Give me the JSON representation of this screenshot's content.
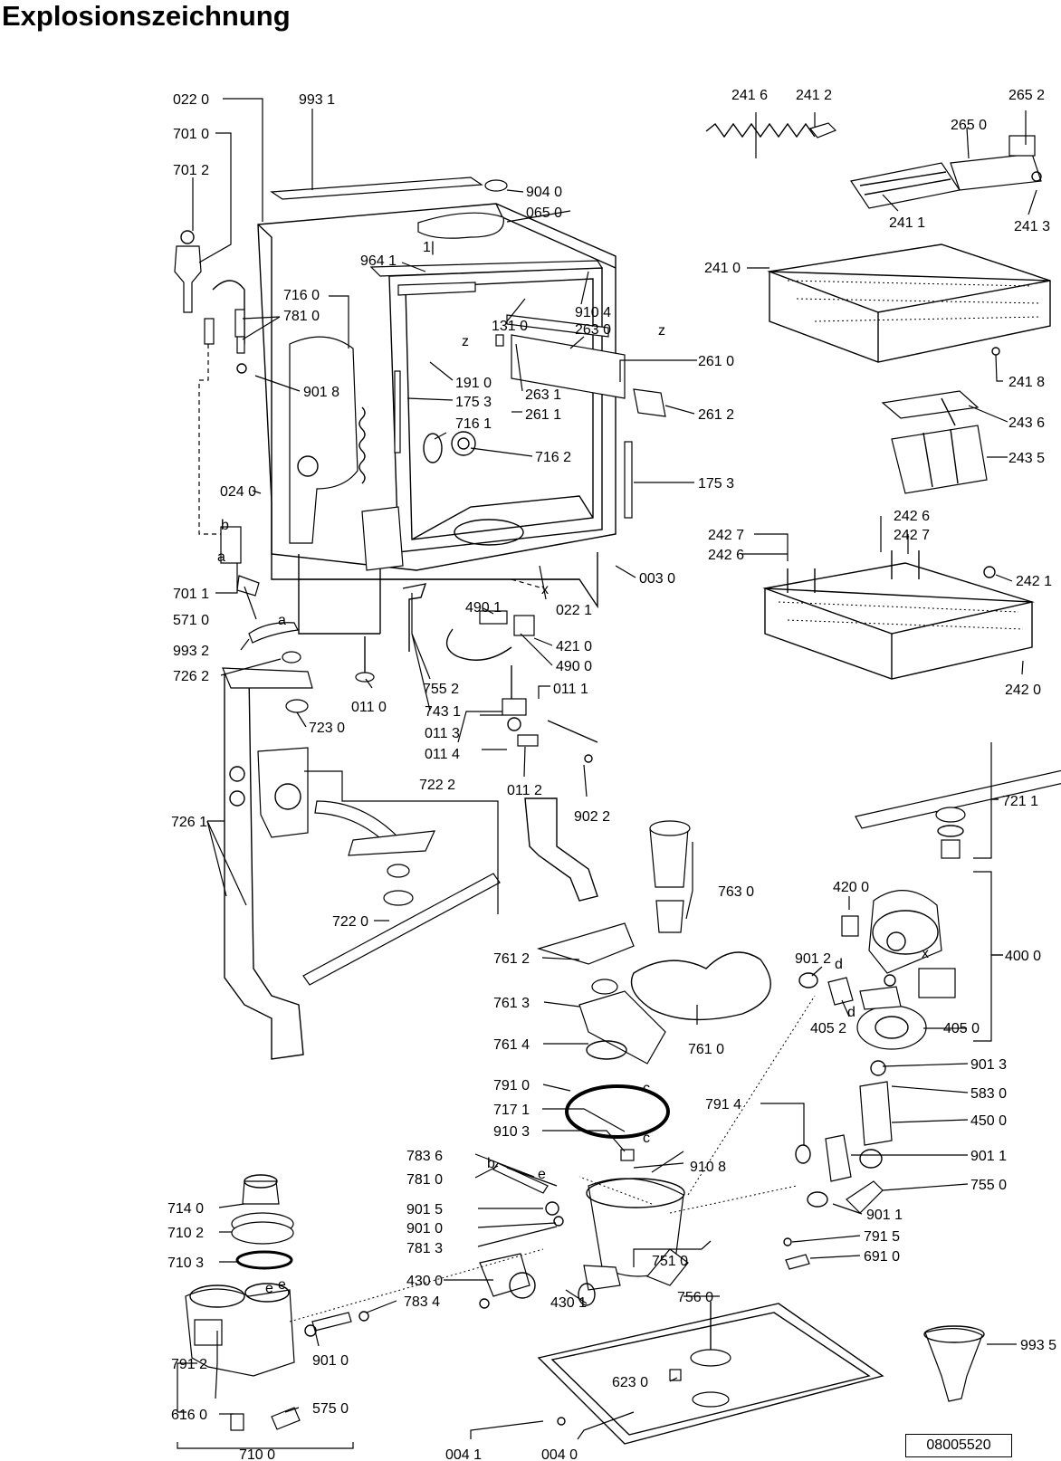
{
  "title": "Explosionszeichnung",
  "document_number": "08005520",
  "letters": [
    "x",
    "z",
    "z",
    "a",
    "b",
    "a",
    "c",
    "c",
    "d",
    "d",
    "e",
    "e",
    "b",
    "x",
    "e"
  ],
  "labels": {
    "l0220": "022 0",
    "l9931": "993 1",
    "l7010": "701 0",
    "l7012": "701 2",
    "l9040": "904 0",
    "l0650": "065 0",
    "l9641": "964 1",
    "l7160": "716 0",
    "l7810a": "781 0",
    "l9104": "910 4",
    "l1310": "131 0",
    "l2630": "263 0",
    "l2610": "261 0",
    "l9018": "901 8",
    "l1910": "191 0",
    "l1753a": "175 3",
    "l2631": "263 1",
    "l2611": "261 1",
    "l2612": "261 2",
    "l7161": "716 1",
    "l7162": "716 2",
    "l1753b": "175 3",
    "l0240": "024 0",
    "l0030": "003 0",
    "l7011": "701 1",
    "l4901": "490 1",
    "l0221": "022 1",
    "l5710": "571 0",
    "l4210": "421 0",
    "l4900": "490 0",
    "l9932": "993 2",
    "l7262": "726 2",
    "l7552": "755 2",
    "l0110": "011 0",
    "l0111": "011 1",
    "l7431": "743 1",
    "l7230": "723 0",
    "l0113": "011 3",
    "l0114": "011 4",
    "l0112": "011 2",
    "l7222": "722 2",
    "l9022": "902 2",
    "l7261": "726 1",
    "l7630": "763 0",
    "l7220": "722 0",
    "l7612": "761 2",
    "l7613": "761 3",
    "l7614": "761 4",
    "l7610": "761 0",
    "l7910": "791 0",
    "l7171": "717 1",
    "l9103": "910 3",
    "l7836": "783 6",
    "l9108": "910 8",
    "l7810b": "781 0",
    "l9015": "901 5",
    "l9010a": "901 0",
    "l7813": "781 3",
    "l7140": "714 0",
    "l7102": "710 2",
    "l7103": "710 3",
    "l4300": "430 0",
    "l4301": "430 1",
    "l7834": "783 4",
    "l7510": "751 0",
    "l7560": "756 0",
    "l9010b": "901 0",
    "l7912": "791 2",
    "l6230": "623 0",
    "l5750": "575 0",
    "l6160": "616 0",
    "l7100": "710 0",
    "l0041": "004 1",
    "l0040": "004 0",
    "l2416": "241 6",
    "l2412": "241 2",
    "l2652": "265 2",
    "l2650": "265 0",
    "l2411": "241 1",
    "l2413": "241 3",
    "l2410": "241 0",
    "l2418": "241 8",
    "l2436": "243 6",
    "l2435": "243 5",
    "l2426a": "242 6",
    "l2427a": "242 7",
    "l2427b": "242 7",
    "l2426b": "242 6",
    "l2421": "242 1",
    "l2420": "242 0",
    "l7211": "721 1",
    "l4200": "420 0",
    "l9012": "901 2",
    "l4000": "400 0",
    "l4052": "405 2",
    "l4050": "405 0",
    "l9013": "901 3",
    "l5830": "583 0",
    "l7914": "791 4",
    "l4500": "450 0",
    "l9011a": "901 1",
    "l7550": "755 0",
    "l9011b": "901 1",
    "l7915": "791 5",
    "l6910": "691 0",
    "l9935": "993 5"
  }
}
